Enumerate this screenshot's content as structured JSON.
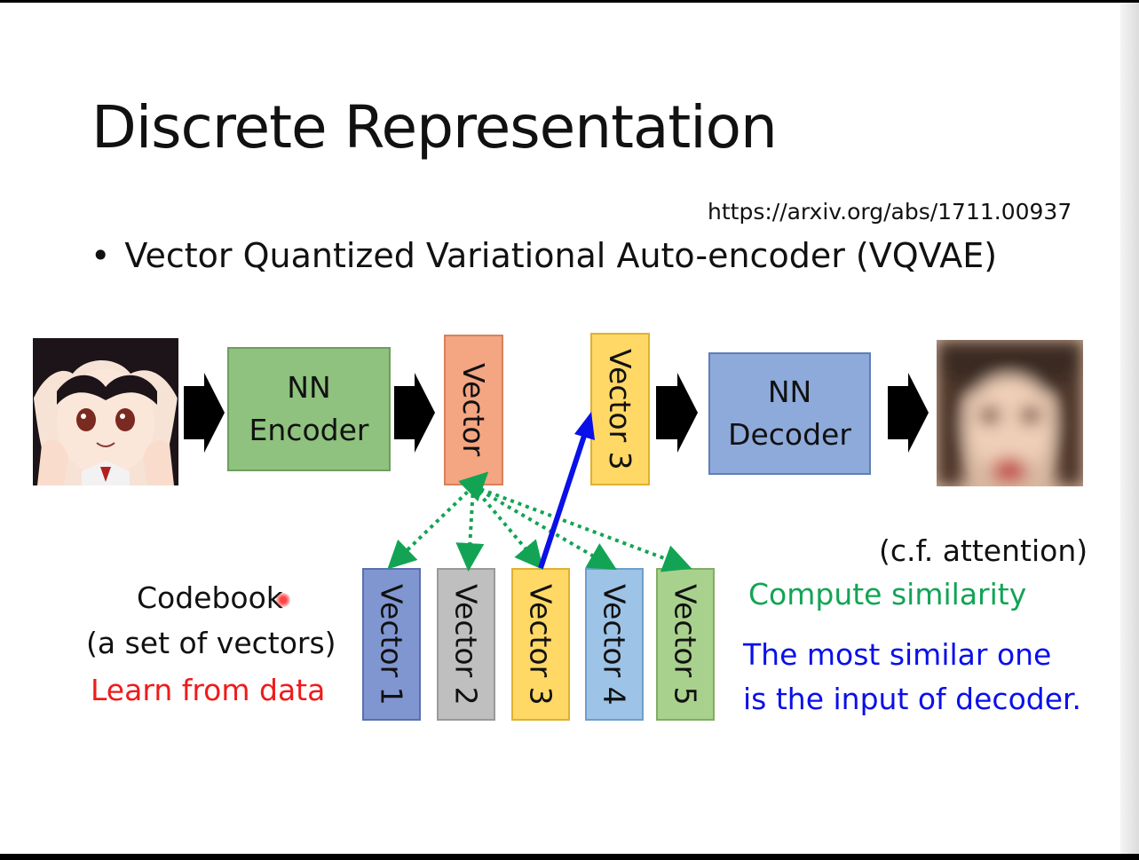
{
  "slide": {
    "title": "Discrete Representation",
    "link": "https://arxiv.org/abs/1711.00937",
    "bullet": "Vector Quantized Variational Auto-encoder (VQVAE)"
  },
  "diagram": {
    "encoder_line1": "NN",
    "encoder_line2": "Encoder",
    "decoder_line1": "NN",
    "decoder_line2": "Decoder",
    "vector_main": "Vector",
    "vector_chosen": "Vector 3",
    "codebook": [
      "Vector 1",
      "Vector 2",
      "Vector 3",
      "Vector 4",
      "Vector 5"
    ]
  },
  "labels": {
    "codebook_title": "Codebook",
    "codebook_sub": "(a set of vectors)",
    "codebook_learn": "Learn from data",
    "cf": "(c.f. attention)",
    "similarity": "Compute similarity",
    "most_similar_1": "The most similar one",
    "most_similar_2": "is the input of decoder."
  },
  "colors": {
    "encoder": "#8fc27e",
    "decoder": "#8eaadb",
    "vector_main": "#f4a582",
    "vector_chosen": "#ffd866",
    "similarity_arrows": "#12a454",
    "selection_arrow": "#0a10e8",
    "learn_text": "#ee1c1c"
  }
}
